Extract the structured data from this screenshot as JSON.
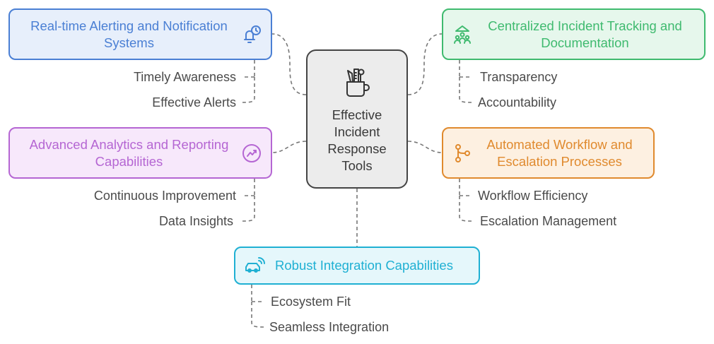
{
  "center": {
    "title_lines": [
      "Effective",
      "Incident",
      "Response",
      "Tools"
    ],
    "icon": "tools-cup-icon"
  },
  "branches": [
    {
      "id": "alerting",
      "title": "Real-time Alerting and Notification Systems",
      "icon": "bell-clock-icon",
      "color": "#4a7fd4",
      "fill": "#e7effb",
      "items": [
        "Timely Awareness",
        "Effective Alerts"
      ]
    },
    {
      "id": "tracking",
      "title": "Centralized Incident Tracking and Documentation",
      "icon": "team-network-icon",
      "color": "#3fba6f",
      "fill": "#e6f7ec",
      "items": [
        "Transparency",
        "Accountability"
      ]
    },
    {
      "id": "analytics",
      "title": "Advanced Analytics and Reporting Capabilities",
      "icon": "chart-trend-icon",
      "color": "#b566d3",
      "fill": "#f7e8fb",
      "items": [
        "Continuous Improvement",
        "Data Insights"
      ]
    },
    {
      "id": "workflow",
      "title": "Automated Workflow and Escalation Processes",
      "icon": "branch-flow-icon",
      "color": "#e08a2e",
      "fill": "#fdf0e1",
      "items": [
        "Workflow Efficiency",
        "Escalation Management"
      ]
    },
    {
      "id": "integration",
      "title": "Robust Integration Capabilities",
      "icon": "connected-car-icon",
      "color": "#1fb0d3",
      "fill": "#e5f7fb",
      "items": [
        "Ecosystem Fit",
        "Seamless Integration"
      ]
    }
  ]
}
